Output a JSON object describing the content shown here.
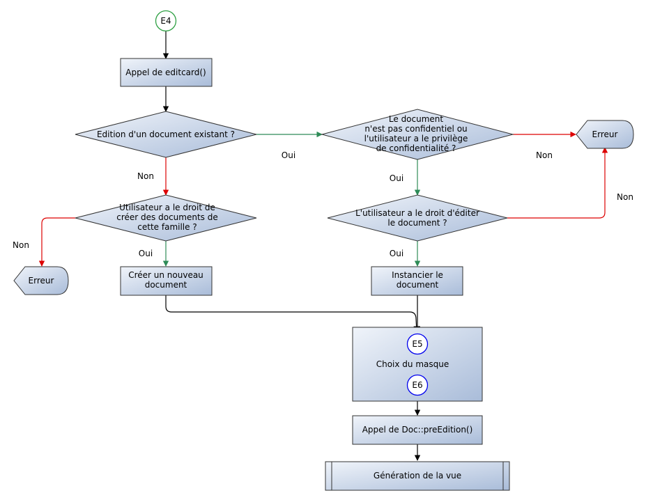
{
  "start": {
    "label": "E4"
  },
  "steps": {
    "editcard": "Appel de editcard()",
    "create": [
      "Créer un nouveau",
      "document"
    ],
    "instantiate": [
      "Instancier le",
      "document"
    ],
    "mask_box": {
      "e5": "E5",
      "label": "Choix du masque",
      "e6": "E6"
    },
    "preedition": "Appel de Doc::preEdition()",
    "generation": "Génération de la vue"
  },
  "decisions": {
    "existing": [
      "Edition d'un document existant ?"
    ],
    "right_create": [
      "Utilisateur a le droit de",
      "créer des documents de",
      "cette famille ?"
    ],
    "confidential": [
      "Le document",
      "n'est pas confidentiel ou",
      "l'utilisateur a le privilège",
      "de confidentialité ?"
    ],
    "right_edit": [
      "L'utilisateur a le droit d'éditer",
      "le document ?"
    ]
  },
  "errors": {
    "left": "Erreur",
    "right": "Erreur"
  },
  "edge_labels": {
    "existing_oui": "Oui",
    "existing_non": "Non",
    "create_non": "Non",
    "create_oui": "Oui",
    "conf_non": "Non",
    "conf_oui": "Oui",
    "edit_non": "Non",
    "edit_oui": "Oui"
  },
  "colors": {
    "yes_edge": "#2e8b57",
    "no_edge": "#dd0000",
    "neutral_edge": "#000000",
    "start_circle": "#2ea043",
    "connector_circle": "#0000ee",
    "fill_light": "#f0f4fa",
    "fill_dark": "#a9bcd9",
    "shape_stroke": "#333333"
  }
}
